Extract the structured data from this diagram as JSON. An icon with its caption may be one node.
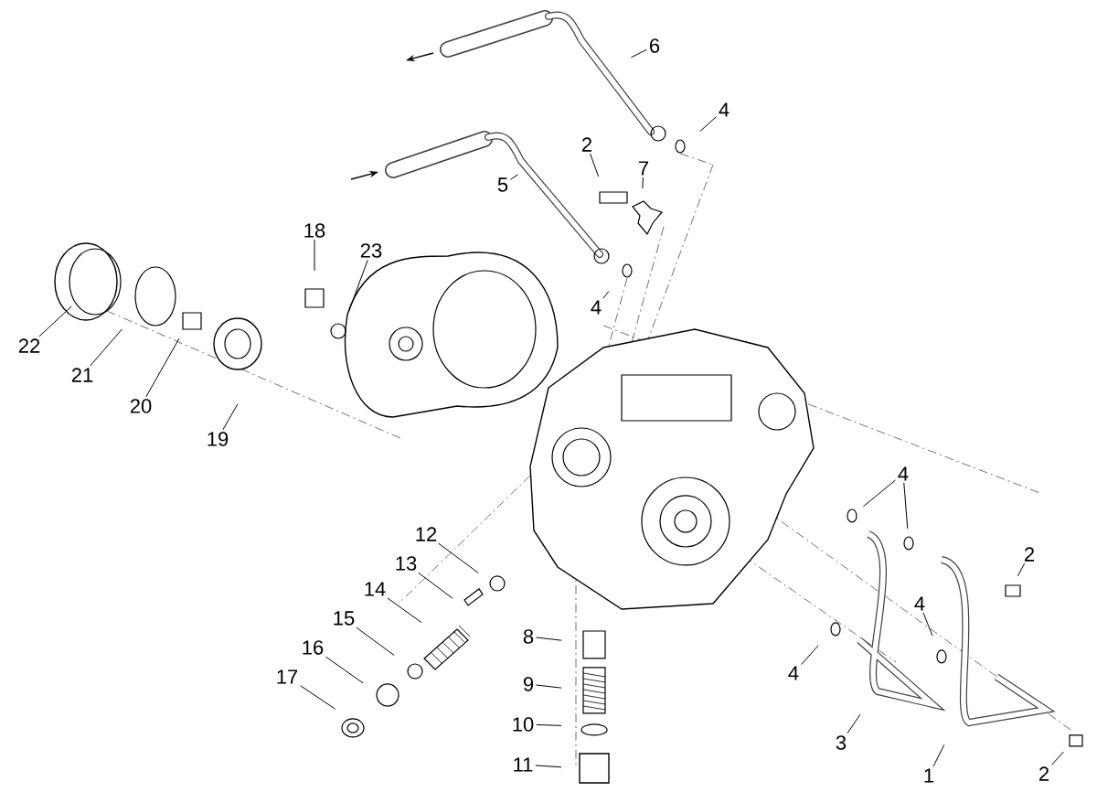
{
  "diagram": {
    "nodes": [
      {
        "text": [
          "6"
        ]
      },
      {
        "text": [
          "4"
        ]
      },
      {
        "text": [
          "2"
        ]
      },
      {
        "text": [
          "7"
        ]
      },
      {
        "text": [
          "5"
        ]
      },
      {
        "text": [
          "18"
        ]
      },
      {
        "text": [
          "23"
        ]
      },
      {
        "text": [
          "4"
        ]
      },
      {
        "text": [
          "22"
        ]
      },
      {
        "text": [
          "21"
        ]
      },
      {
        "text": [
          "20"
        ]
      },
      {
        "text": [
          "19"
        ]
      },
      {
        "text": [
          "4"
        ]
      },
      {
        "text": [
          "12"
        ]
      },
      {
        "text": [
          "2"
        ]
      },
      {
        "text": [
          "13"
        ]
      },
      {
        "text": [
          "14"
        ]
      },
      {
        "text": [
          "4"
        ]
      },
      {
        "text": [
          "15"
        ]
      },
      {
        "text": [
          "8"
        ]
      },
      {
        "text": [
          "16"
        ]
      },
      {
        "text": [
          "4"
        ]
      },
      {
        "text": [
          "17"
        ]
      },
      {
        "text": [
          "9"
        ]
      },
      {
        "text": [
          "10"
        ]
      },
      {
        "text": [
          "3"
        ]
      },
      {
        "text": [
          "11"
        ]
      },
      {
        "text": [
          "2"
        ]
      },
      {
        "text": [
          "1"
        ]
      }
    ],
    "edges": [
      {
        "from": 0,
        "to": null,
        "arrow": "none"
      },
      {
        "from": 1,
        "to": null,
        "arrow": "none"
      },
      {
        "from": 2,
        "to": null,
        "arrow": "none"
      },
      {
        "from": 3,
        "to": null,
        "arrow": "none"
      },
      {
        "from": 4,
        "to": null,
        "arrow": "none"
      },
      {
        "from": 5,
        "to": null,
        "arrow": "none"
      },
      {
        "from": 6,
        "to": null,
        "arrow": "none"
      },
      {
        "from": 7,
        "to": null,
        "arrow": "none"
      },
      {
        "from": 8,
        "to": null,
        "arrow": "none"
      },
      {
        "from": 9,
        "to": null,
        "arrow": "none"
      },
      {
        "from": 10,
        "to": null,
        "arrow": "none"
      },
      {
        "from": 11,
        "to": null,
        "arrow": "none"
      },
      {
        "from": 12,
        "to": null,
        "arrow": "none"
      },
      {
        "from": 12,
        "to": null,
        "arrow": "none"
      },
      {
        "from": 13,
        "to": null,
        "arrow": "none"
      },
      {
        "from": 14,
        "to": null,
        "arrow": "none"
      },
      {
        "from": 15,
        "to": null,
        "arrow": "none"
      },
      {
        "from": 16,
        "to": null,
        "arrow": "none"
      },
      {
        "from": 17,
        "to": null,
        "arrow": "none"
      },
      {
        "from": 18,
        "to": null,
        "arrow": "none"
      },
      {
        "from": 19,
        "to": null,
        "arrow": "none"
      },
      {
        "from": 20,
        "to": null,
        "arrow": "none"
      },
      {
        "from": 21,
        "to": null,
        "arrow": "none"
      },
      {
        "from": 22,
        "to": null,
        "arrow": "none"
      },
      {
        "from": 23,
        "to": null,
        "arrow": "none"
      },
      {
        "from": 24,
        "to": null,
        "arrow": "none"
      },
      {
        "from": 25,
        "to": null,
        "arrow": "none"
      },
      {
        "from": 26,
        "to": null,
        "arrow": "none"
      },
      {
        "from": 27,
        "to": null,
        "arrow": "none"
      },
      {
        "from": 28,
        "to": null,
        "arrow": "none"
      }
    ]
  }
}
